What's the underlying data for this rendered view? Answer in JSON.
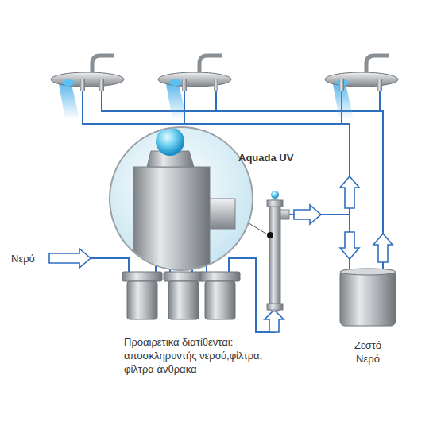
{
  "diagram": {
    "nodes": [
      {
        "text": [
          "Ζεστό Νερό"
        ]
      }
    ],
    "labels": [
      "Aquada UV",
      "Νερό",
      "Προαιρετικά διατίθενται: αποσκληρυντής νερού,φίλτρα, φίλτρα άνθρακα"
    ]
  }
}
